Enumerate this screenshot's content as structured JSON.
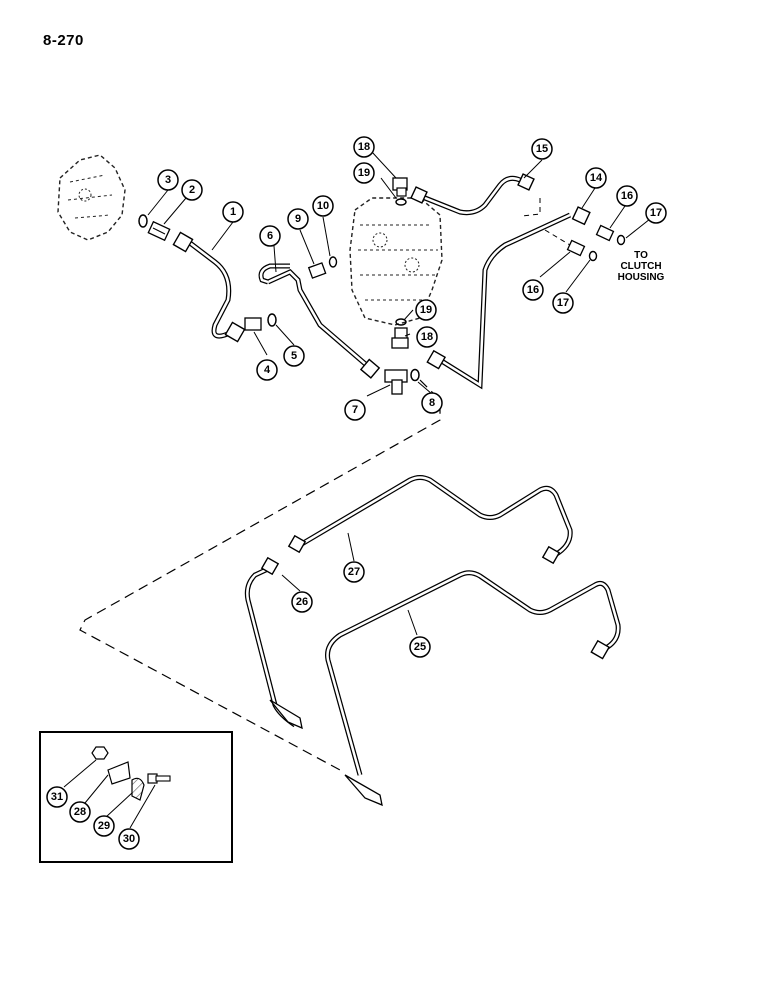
{
  "page_number": "8-270",
  "note": {
    "lines": [
      "TO",
      "CLUTCH",
      "HOUSING"
    ]
  },
  "callouts": [
    "1",
    "2",
    "3",
    "4",
    "5",
    "6",
    "7",
    "8",
    "9",
    "10",
    "14",
    "15",
    "16",
    "16",
    "17",
    "17",
    "18",
    "18",
    "19",
    "19",
    "25",
    "26",
    "27",
    "28",
    "29",
    "30",
    "31"
  ],
  "inset_box": true
}
